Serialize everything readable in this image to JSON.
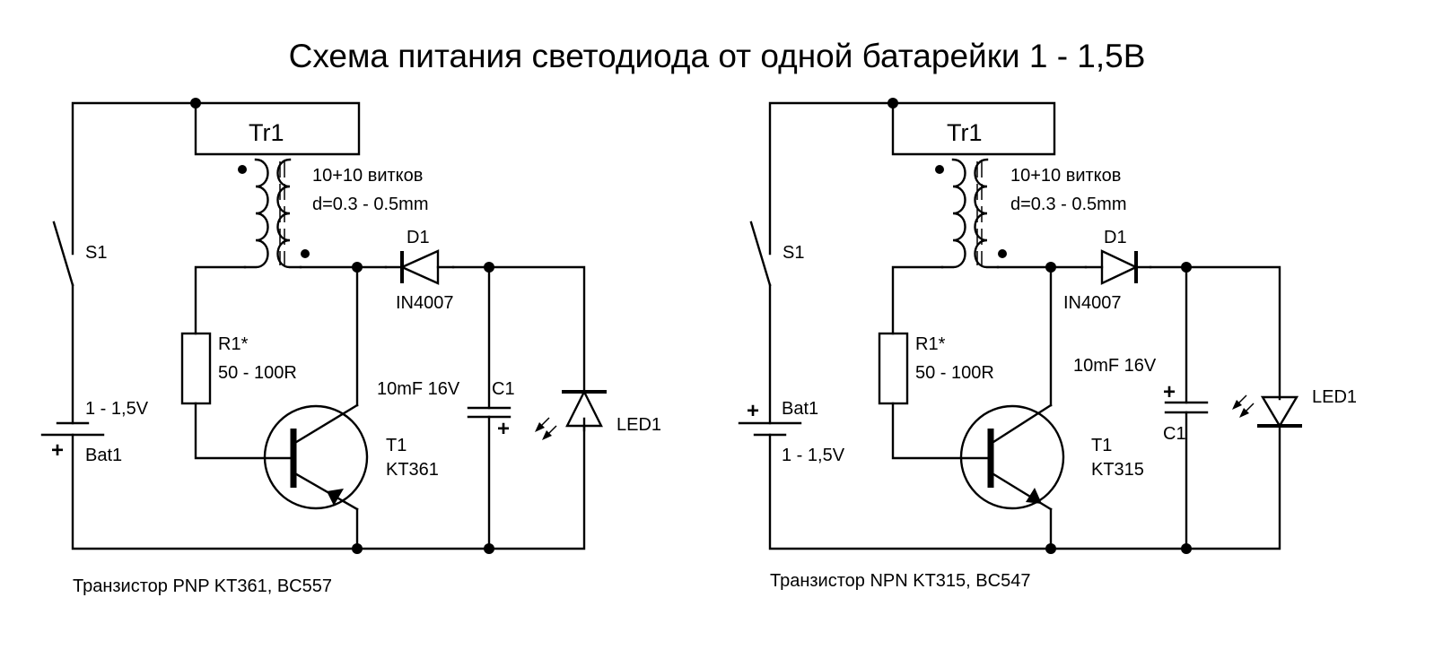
{
  "title": "Схема питания светодиода от одной батарейки 1 - 1,5В",
  "left_circuit": {
    "transformer": "Tr1",
    "winding_line1": "10+10 витков",
    "winding_line2": "d=0.3 - 0.5mm",
    "switch": "S1",
    "diode": "D1",
    "diode_part": "IN4007",
    "resistor": "R1*",
    "resistor_value": "50 - 100R",
    "battery_voltage": "1 - 1,5V",
    "battery": "Bat1",
    "capacitor_value": "10mF 16V",
    "capacitor": "C1",
    "led": "LED1",
    "transistor": "T1",
    "transistor_part": "KT361",
    "caption": "Транзистор PNP KT361, BC557"
  },
  "right_circuit": {
    "transformer": "Tr1",
    "winding_line1": "10+10 витков",
    "winding_line2": "d=0.3 - 0.5mm",
    "switch": "S1",
    "diode": "D1",
    "diode_part": "IN4007",
    "resistor": "R1*",
    "resistor_value": "50 - 100R",
    "battery": "Bat1",
    "battery_voltage": "1 - 1,5V",
    "capacitor_value": "10mF 16V",
    "capacitor": "C1",
    "led": "LED1",
    "transistor": "T1",
    "transistor_part": "KT315",
    "caption": "Транзистор NPN KT315, BC547"
  },
  "symbols": {
    "plus": "+"
  }
}
